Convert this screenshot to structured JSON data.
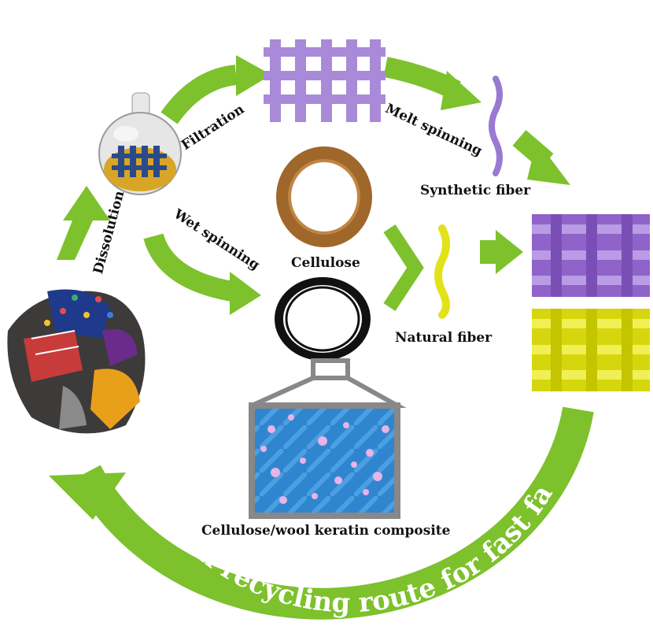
{
  "labels": {
    "filtration": "Filtration",
    "dissolution": "Dissolution",
    "melt_spinning": "Melt spinning",
    "synthetic_fiber": "Synthetic fiber",
    "wet_spinning": "Wet spinning",
    "cellulose": "Cellulose",
    "natural_fiber": "Natural fiber",
    "composite": "Cellulose/wool keratin composite",
    "arc_title": "Green recycling route for fast fashion"
  },
  "colors": {
    "arrow_green": "#7dc12c",
    "arc_text": "#ffffff",
    "synthetic_purple": "#9b78d1",
    "natural_yellow": "#e2e21a",
    "cellulose_brown": "#a0672a",
    "composite_blue": "#3c8fd4",
    "composite_pink": "#e8b3e6"
  }
}
